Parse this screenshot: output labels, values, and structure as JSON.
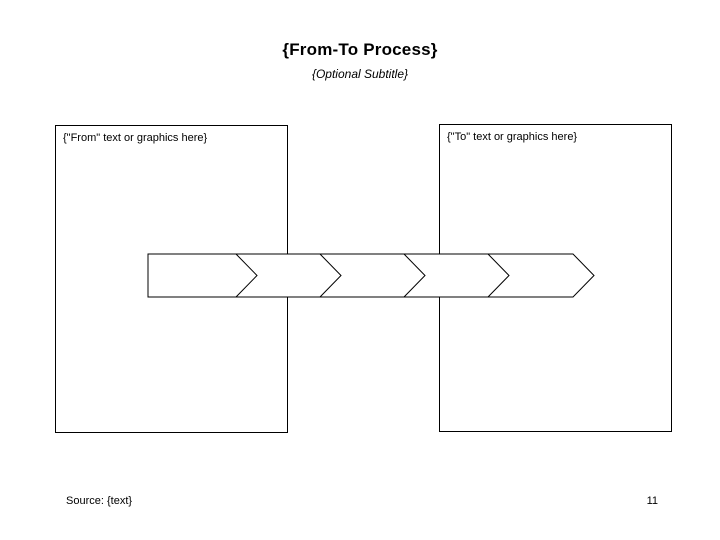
{
  "slide": {
    "title": "{From-To Process}",
    "subtitle": "{Optional Subtitle}",
    "from_box": {
      "label": "{\"From\" text or graphics here}"
    },
    "to_box": {
      "label": "{\"To\" text or graphics here}"
    },
    "arrow": {
      "type": "chevron-process-arrow",
      "segments": 5,
      "direction": "right",
      "fill": "#ffffff",
      "stroke": "#000000"
    },
    "footer": {
      "source": "Source: {text}",
      "page_number": "11"
    }
  },
  "colors": {
    "background": "#ffffff",
    "line": "#000000",
    "text": "#000000"
  }
}
